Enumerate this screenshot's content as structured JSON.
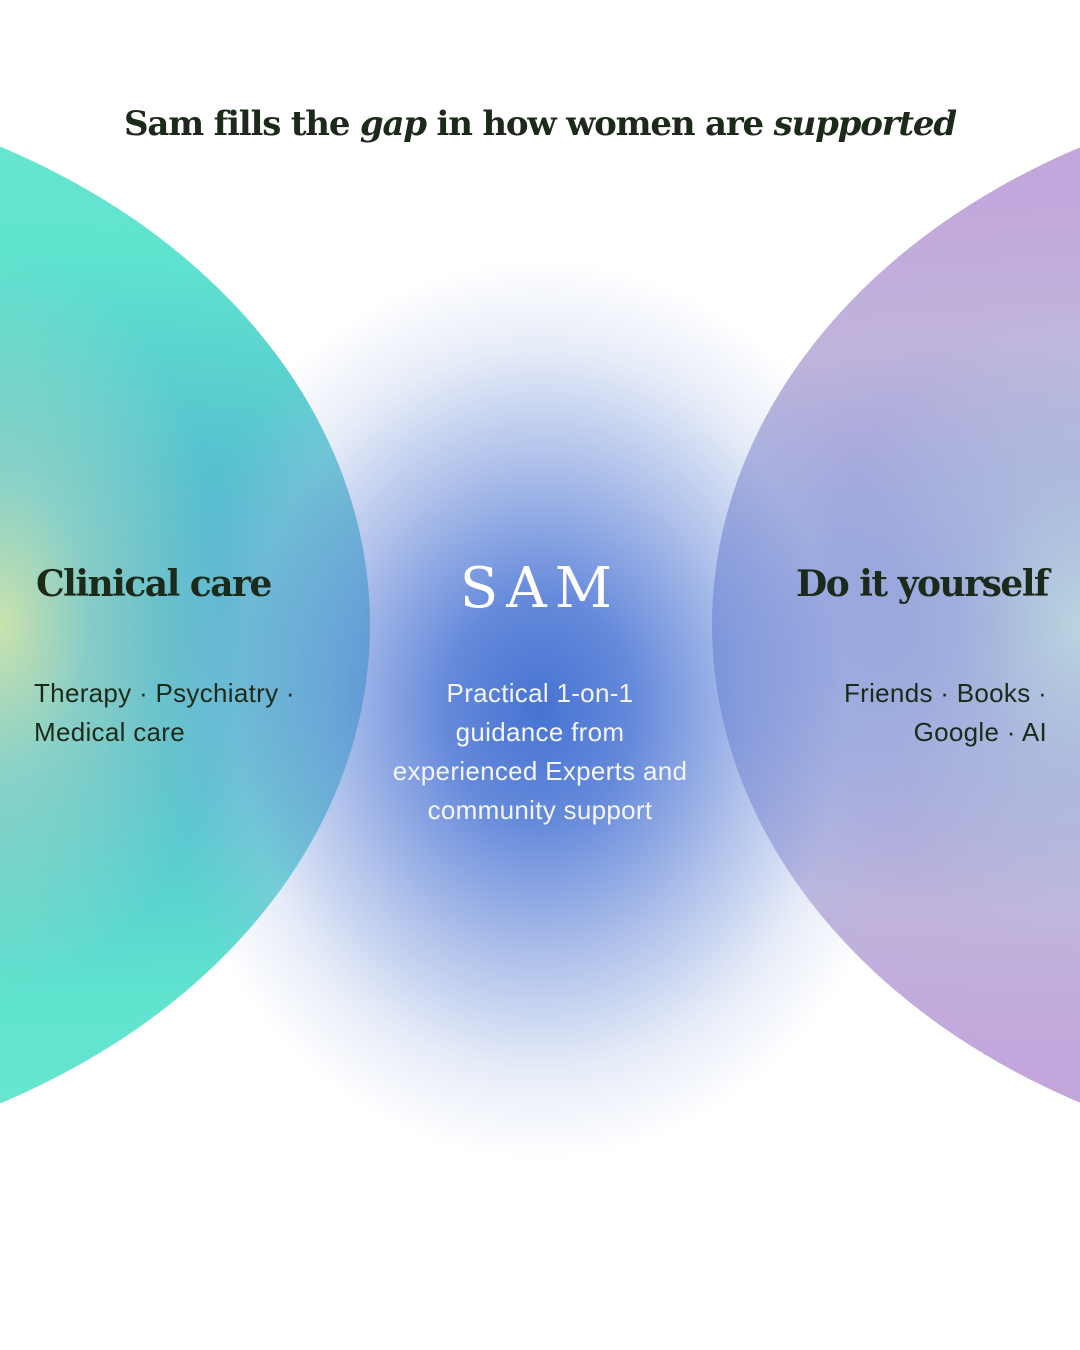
{
  "headline": {
    "part1": "Sam fills the ",
    "emphasis1": "gap",
    "part2": " in how women are ",
    "emphasis2": "supported"
  },
  "left": {
    "title": "Clinical care",
    "description": "Therapy · Psychiatry · Medical care"
  },
  "center": {
    "logo": "SAM",
    "description": "Practical 1-on-1 guidance from experienced Experts and community support"
  },
  "right": {
    "title": "Do it yourself",
    "description": "Friends · Books · Google · AI"
  },
  "colors": {
    "left_circle": "#5fe3cf",
    "right_circle": "#c0a3de",
    "center_glow": "#4673d2",
    "text_dark": "#1c2a1a"
  }
}
